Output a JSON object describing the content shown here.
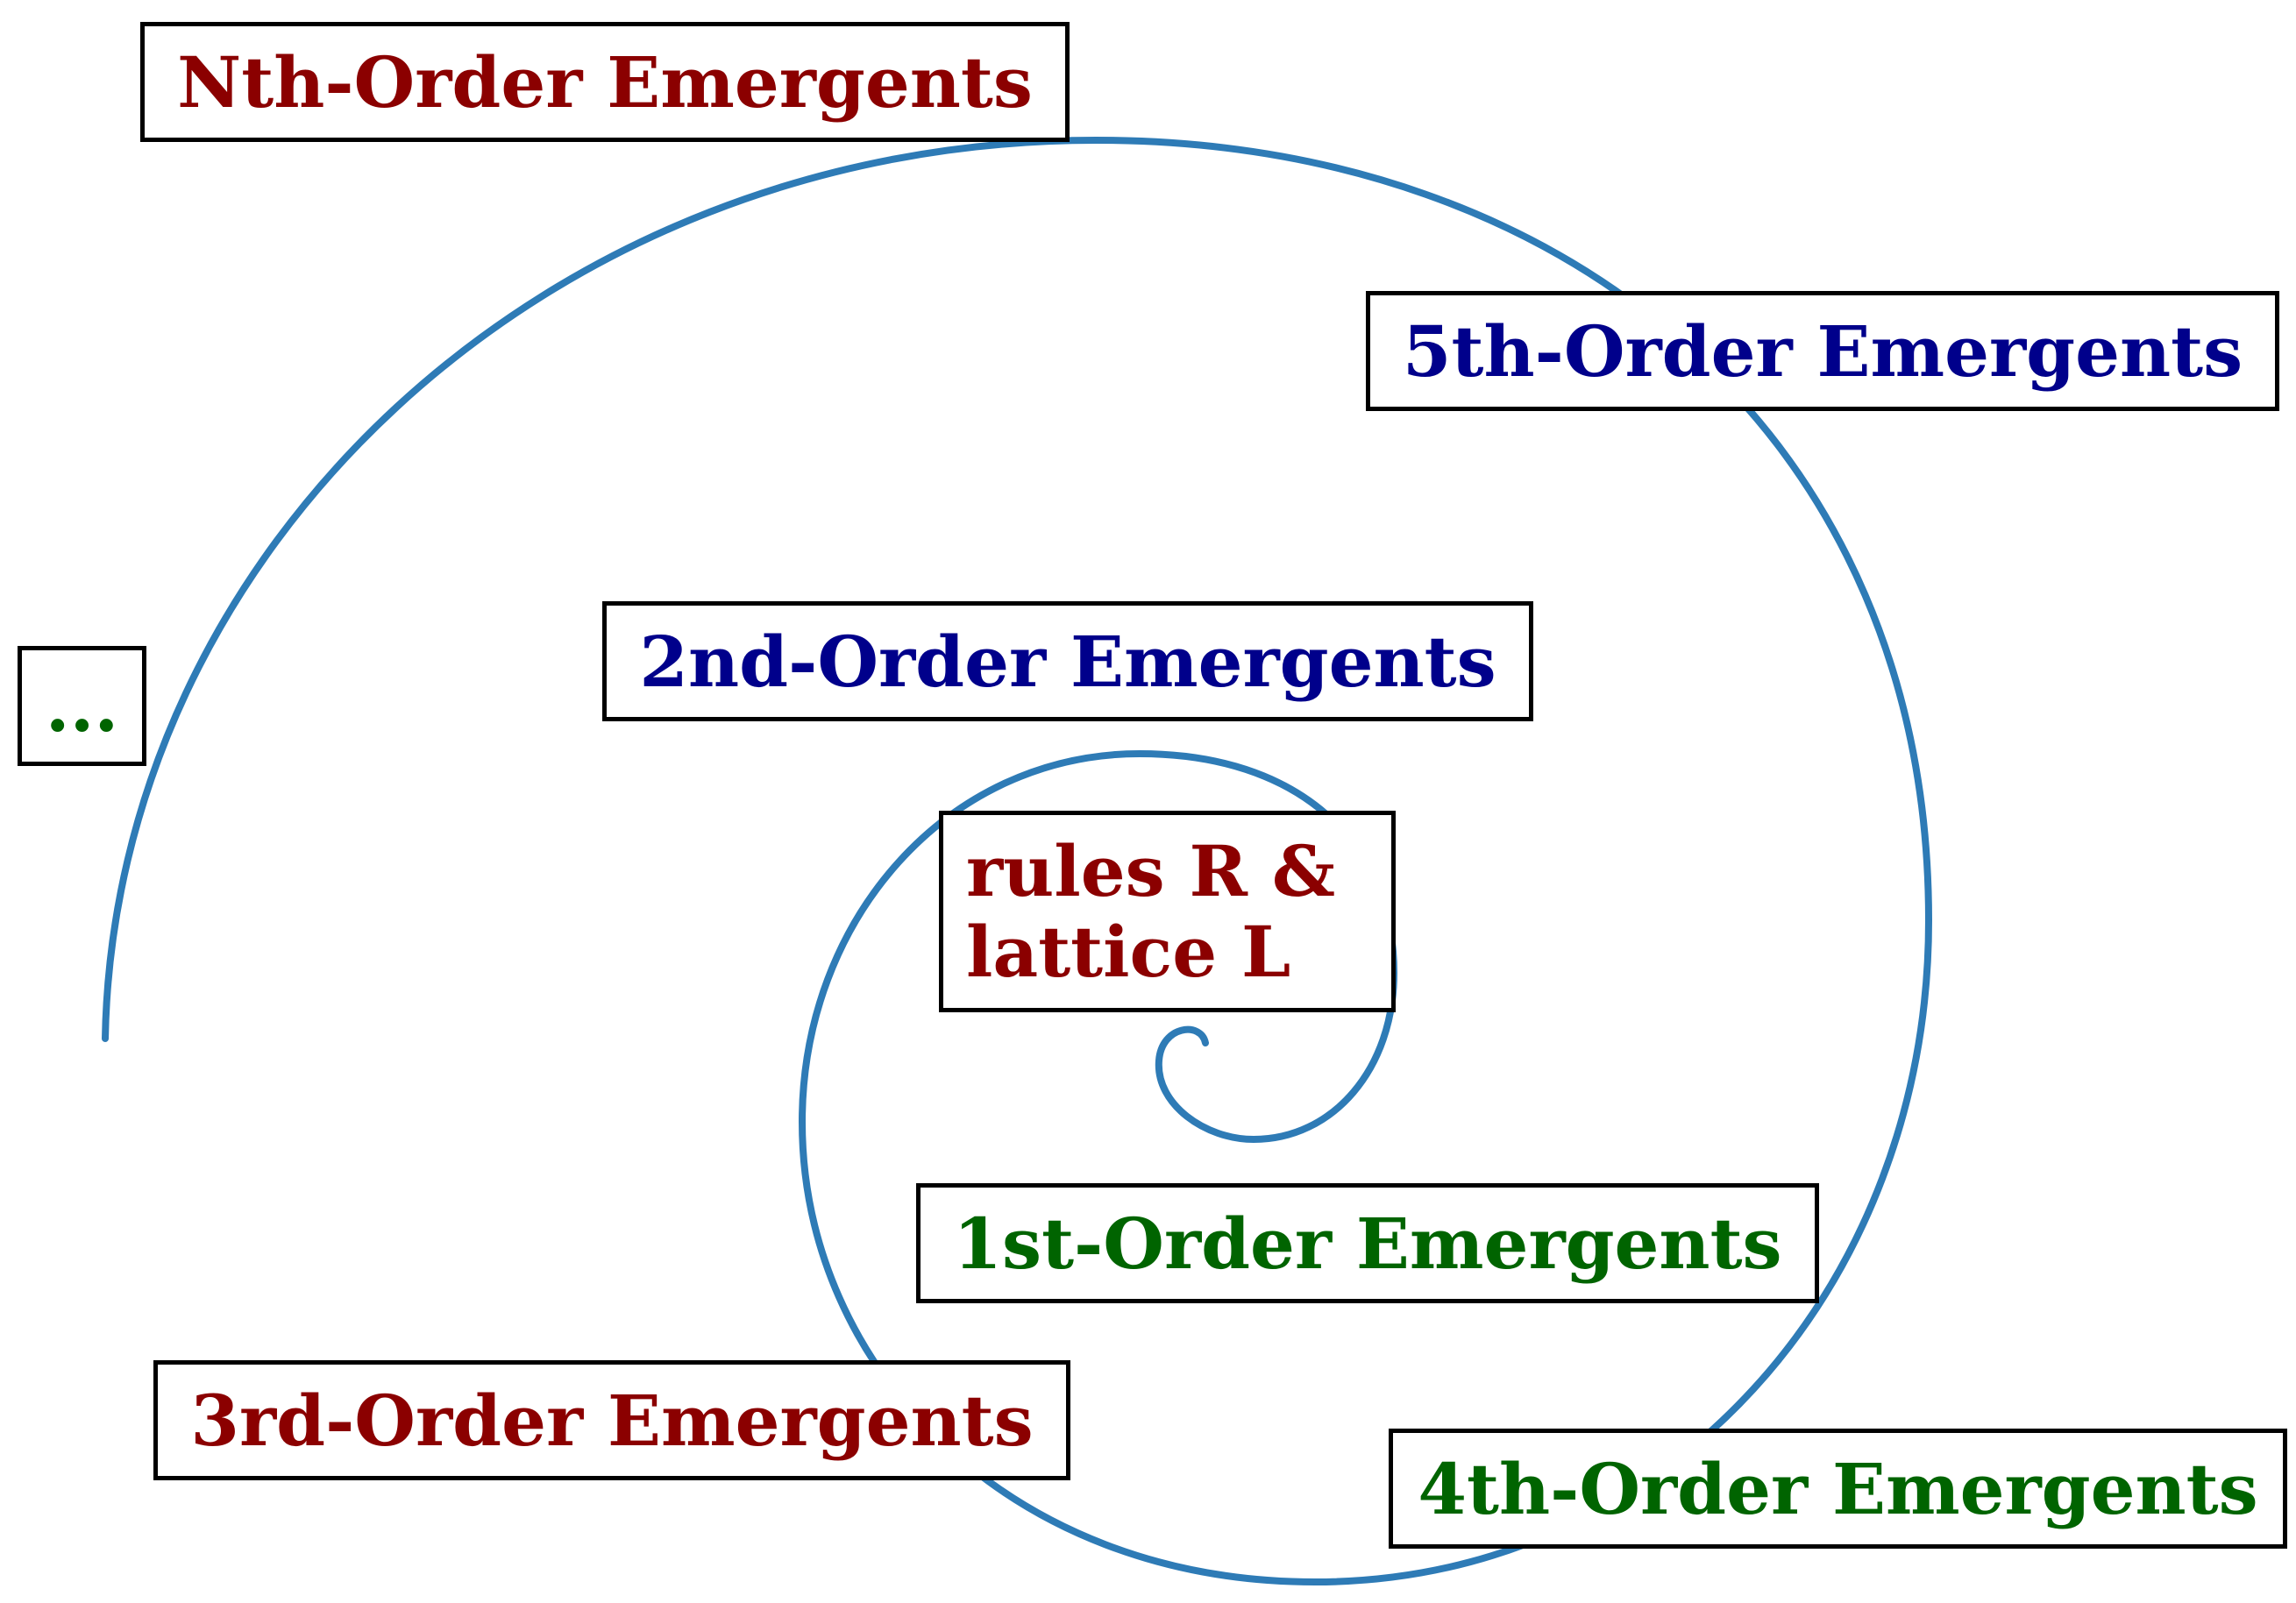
{
  "colors": {
    "spiral": "#2e7bb6",
    "red": "#8b0000",
    "blue": "#00008b",
    "green": "#006400",
    "border": "#000000"
  },
  "labels": {
    "core_line1": "rules R &",
    "core_line2": "lattice L",
    "order1": "1st-Order Emergents",
    "order2": "2nd-Order Emergents",
    "order3": "3rd-Order Emergents",
    "order4": "4th-Order Emergents",
    "order5": "5th-Order Emergents",
    "orderN": "Nth-Order Emergents",
    "ellipsis": "..."
  }
}
